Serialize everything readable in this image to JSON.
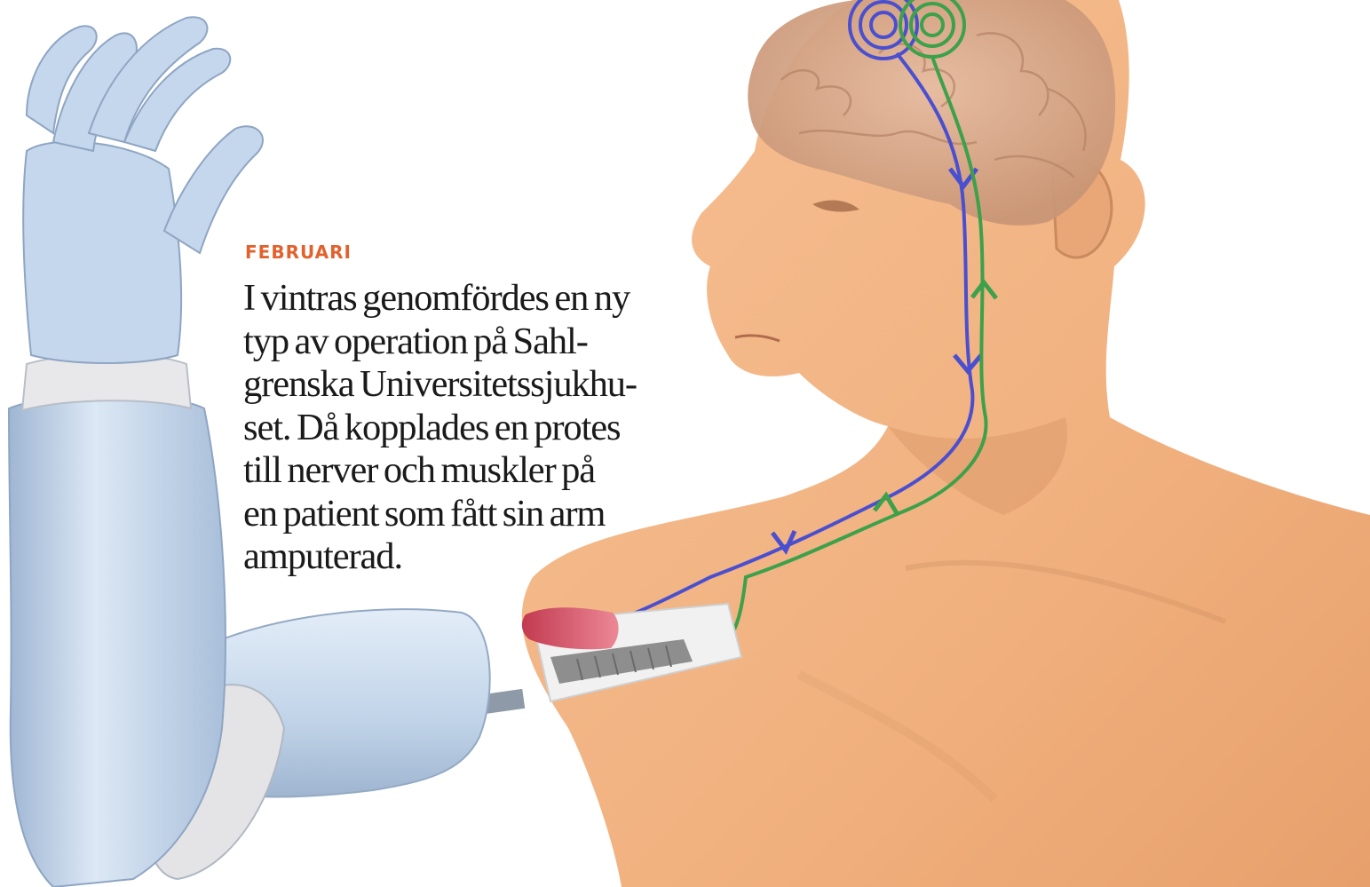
{
  "article": {
    "kicker": "FEBRUARI",
    "headline": "I vintras genomfördes en ny\ntyp av operation på Sahl-\ngrenska Universitetssjukhu-\nset. Då kopplades en protes\ntill nerver och muskler på\nen patient som fått sin arm\namputerad."
  },
  "colors": {
    "kicker": "#e2622e",
    "headline": "#1a1a1a",
    "skin": "#f3b585",
    "skin_shadow": "#d99466",
    "brain": "#d9ab8f",
    "prosthesis": "#bcd0e6",
    "prosthesis_joint": "#e6e6e6",
    "nerve_motor": "#4a4fd0",
    "nerve_sensory": "#3ca14a",
    "muscle": "#d24a5c"
  },
  "illustration": {
    "elements": [
      "prosthetic-hand",
      "prosthetic-arm",
      "human-bust",
      "brain",
      "nerve-pathways",
      "implant",
      "muscle"
    ]
  }
}
